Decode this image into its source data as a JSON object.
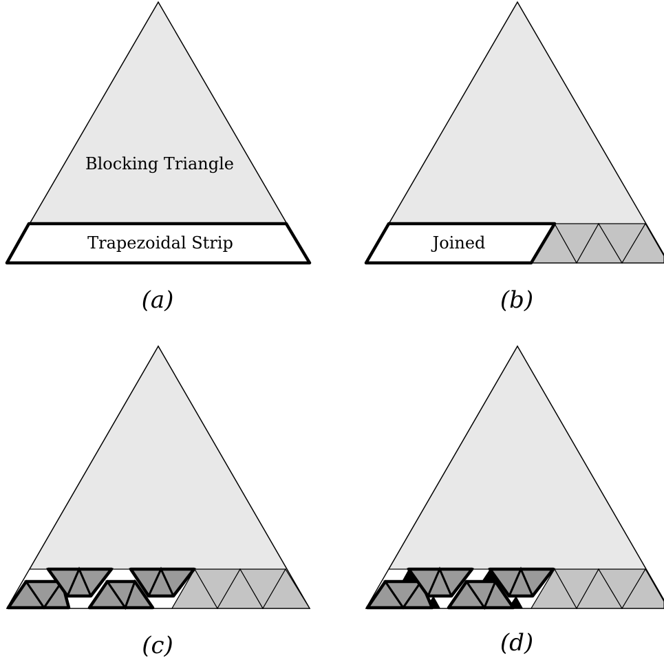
{
  "panels": [
    {
      "caption": "(a)",
      "blocking_label": "Blocking Triangle",
      "strip_label": "Trapezoidal Strip"
    },
    {
      "caption": "(b)",
      "strip_label": "Joined"
    },
    {
      "caption": "(c)"
    },
    {
      "caption": "(d)"
    }
  ],
  "colors": {
    "blocking_fill": "#e8e8e8",
    "strip_fill": "#ffffff",
    "light_tri": "#c4c4c4",
    "dark_tri": "#9a9a9a",
    "outline": "#000000"
  }
}
